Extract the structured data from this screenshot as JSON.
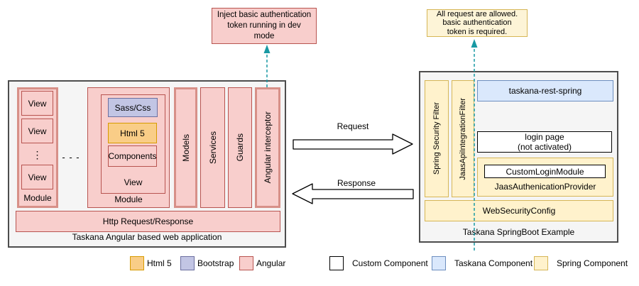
{
  "colors": {
    "angular_fill": "#f8cecc",
    "angular_stroke": "#b85450",
    "angular_stroke_light": "#d79088",
    "spring_fill": "#fff2cc",
    "spring_stroke": "#d6b656",
    "taskana_fill": "#dae8fc",
    "taskana_stroke": "#6c8ebf",
    "bootstrap_fill": "#c2c5e4",
    "bootstrap_stroke": "#6c6f9f",
    "html5_fill": "#f9cd87",
    "html5_stroke": "#d79b00",
    "frame_fill": "#f5f5f5",
    "frame_stroke": "#4d4d4d",
    "connector_teal": "#1899a3",
    "custom_fill": "#ffffff",
    "custom_stroke": "#000000"
  },
  "callout_left": {
    "line1": "Inject basic authentication",
    "line2": "token running in dev",
    "line3": "mode"
  },
  "callout_right": {
    "line1": "All request are allowed.",
    "line2": "basic authentication",
    "line3": "token is required."
  },
  "arrows": {
    "request": "Request",
    "response": "Response"
  },
  "angular_app": {
    "title": "Taskana Angular based web application",
    "module_small": {
      "label": "Module",
      "views": [
        "View",
        "View",
        "View"
      ],
      "ellipsis": "⋮"
    },
    "separator": "- - -",
    "module_large": {
      "label": "Module",
      "view": {
        "label": "View",
        "sass": "Sass/Css",
        "html": "Html 5",
        "components": "Components"
      }
    },
    "columns": {
      "models": "Models",
      "services": "Services",
      "guards": "Guards",
      "interceptor": "Angular interceptor"
    },
    "http_bar": "Http Request/Response"
  },
  "spring_app": {
    "title": "Taskana SpringBoot Example",
    "filter_security": "Spring Security Filter",
    "filter_jaas": "JaasApiIntegrationFilter",
    "rest": "taskana-rest-spring",
    "login_line1": "login page",
    "login_line2": "(not activated)",
    "custom_login": "CustomLoginModule",
    "provider_label": "JaasAuthenicationProvider",
    "web_security": "WebSecurityConfig"
  },
  "legend": {
    "html5": {
      "label": "Html 5",
      "fill": "#f9cd87",
      "stroke": "#d79b00"
    },
    "bootstrap": {
      "label": "Bootstrap",
      "fill": "#c2c5e4",
      "stroke": "#6c6f9f"
    },
    "angular": {
      "label": "Angular",
      "fill": "#f8cecc",
      "stroke": "#b85450"
    },
    "custom": {
      "label": "Custom Component",
      "fill": "#ffffff",
      "stroke": "#000000"
    },
    "taskana": {
      "label": "Taskana Component",
      "fill": "#dae8fc",
      "stroke": "#6c8ebf"
    },
    "spring": {
      "label": "Spring Component",
      "fill": "#fff2cc",
      "stroke": "#d6b656"
    }
  }
}
